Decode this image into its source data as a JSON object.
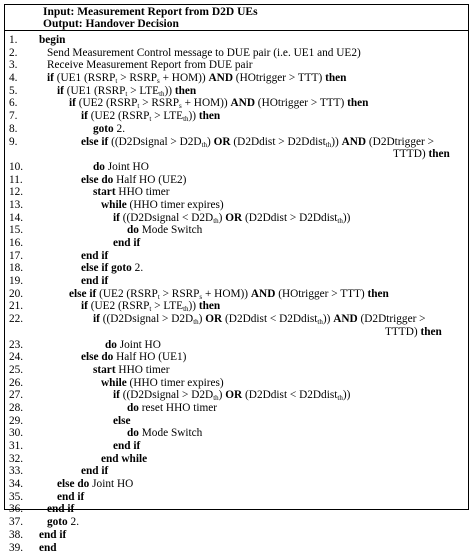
{
  "header": {
    "input": "Input: Measurement Report from D2D UEs",
    "output": "Output: Handover Decision"
  },
  "lines": [
    {
      "n": "1.",
      "indent": 38,
      "html": "<span class='kw'>begin</span>"
    },
    {
      "n": "2.",
      "indent": 46,
      "html": "Send Measurement Control message to DUE pair (i.e. UE1 and UE2)"
    },
    {
      "n": "3.",
      "indent": 46,
      "html": "Receive Measurement Report from DUE pair"
    },
    {
      "n": "4.",
      "indent": 46,
      "html": "<span class='kw'>if</span> (UE1 (RSRP<sub>t</sub> &gt; RSRP<sub>s</sub> + HOM)) <span class='kw'>AND</span> (HOtrigger &gt; TTT) <span class='kw'>then</span>"
    },
    {
      "n": "5.",
      "indent": 56,
      "html": "<span class='kw'>if</span> (UE1 (RSRP<sub>t</sub> &gt; LTE<sub>th</sub>)) <span class='kw'>then</span>"
    },
    {
      "n": "6.",
      "indent": 68,
      "html": "<span class='kw'>if</span> (UE2 (RSRP<sub>t</sub> &gt; RSRP<sub>s</sub> + HOM)) <span class='kw'>AND</span> (HOtrigger &gt; TTT) <span class='kw'>then</span>"
    },
    {
      "n": "7.",
      "indent": 80,
      "html": "<span class='kw'>if</span> (UE2 (RSRP<sub>t</sub> &gt; LTE<sub>th</sub>)) <span class='kw'>then</span>"
    },
    {
      "n": "8.",
      "indent": 92,
      "html": "<span class='kw'>goto</span> 2."
    },
    {
      "n": "9.",
      "indent": 80,
      "html": "<span class='kw'>else if</span> ((D2Dsignal &gt; D2D<sub>th</sub>) <span class='kw'>OR</span> (D2Ddist &gt; D2Ddist<sub>th</sub>)) <span class='kw'>AND</span> (D2Dtrigger &gt;"
    },
    {
      "n": "",
      "indent": 392,
      "html": "TTTD) <span class='kw'>then</span>"
    },
    {
      "n": "10.",
      "indent": 92,
      "html": "<span class='kw'>do</span> Joint HO"
    },
    {
      "n": "11.",
      "indent": 80,
      "html": "<span class='kw'>else do</span> Half HO (UE2)"
    },
    {
      "n": "12.",
      "indent": 92,
      "html": "<span class='kw'>start</span> HHO timer"
    },
    {
      "n": "13.",
      "indent": 100,
      "html": "<span class='kw'>while</span> (HHO timer expires)"
    },
    {
      "n": "14.",
      "indent": 112,
      "html": "<span class='kw'>if</span> ((D2Dsignal &lt; D2D<sub>th</sub>) <span class='kw'>OR</span> (D2Ddist &gt; D2Ddist<sub>th</sub>))"
    },
    {
      "n": "15.",
      "indent": 126,
      "html": "<span class='kw'>do</span> Mode Switch"
    },
    {
      "n": "16.",
      "indent": 112,
      "html": "<span class='kw'>end if</span>"
    },
    {
      "n": "17.",
      "indent": 80,
      "html": "<span class='kw'>end if</span>"
    },
    {
      "n": "18.",
      "indent": 80,
      "html": "<span class='kw'>else if</span> <span class='kw'>goto</span> 2."
    },
    {
      "n": "19.",
      "indent": 80,
      "html": "<span class='kw'>end if</span>"
    },
    {
      "n": "20.",
      "indent": 68,
      "html": "<span class='kw'>else if</span> (UE2 (RSRP<sub>t</sub> &gt; RSRP<sub>s</sub> + HOM)) <span class='kw'>AND</span> (HOtrigger &gt; TTT) <span class='kw'>then</span>"
    },
    {
      "n": "21.",
      "indent": 80,
      "html": "<span class='kw'>if</span> (UE2 (RSRP<sub>t</sub> &gt; LTE<sub>th</sub>)) <span class='kw'>then</span>"
    },
    {
      "n": "22.",
      "indent": 92,
      "html": "<span class='kw'>if</span> ((D2Dsignal &gt; D2D<sub>th</sub>) <span class='kw'>OR</span> (D2Ddist &lt; D2Ddist<sub>th</sub>)) <span class='kw'>AND</span> (D2Dtrigger &gt;"
    },
    {
      "n": "",
      "indent": 384,
      "html": "TTTD) <span class='kw'>then</span>"
    },
    {
      "n": "23.",
      "indent": 104,
      "html": "<span class='kw'>do</span> Joint HO"
    },
    {
      "n": "24.",
      "indent": 80,
      "html": "<span class='kw'>else do</span> Half HO (UE1)"
    },
    {
      "n": "25.",
      "indent": 92,
      "html": "<span class='kw'>start</span> HHO timer"
    },
    {
      "n": "26.",
      "indent": 100,
      "html": "<span class='kw'>while</span> (HHO timer expires)"
    },
    {
      "n": "27.",
      "indent": 112,
      "html": "<span class='kw'>if</span> ((D2Dsignal &gt; D2D<sub>th</sub>) <span class='kw'>OR</span> (D2Ddist &lt; D2Ddist<sub>th</sub>))"
    },
    {
      "n": "28.",
      "indent": 126,
      "html": "<span class='kw'>do</span> reset HHO timer"
    },
    {
      "n": "29.",
      "indent": 112,
      "html": "<span class='kw'>else</span>"
    },
    {
      "n": "30.",
      "indent": 126,
      "html": "<span class='kw'>do</span> Mode Switch"
    },
    {
      "n": "31.",
      "indent": 112,
      "html": "<span class='kw'>end if</span>"
    },
    {
      "n": "32.",
      "indent": 100,
      "html": "<span class='kw'>end while</span>"
    },
    {
      "n": "33.",
      "indent": 80,
      "html": "<span class='kw'>end if</span>"
    },
    {
      "n": "34.",
      "indent": 56,
      "html": "<span class='kw'>else do</span> Joint HO"
    },
    {
      "n": "35.",
      "indent": 56,
      "html": "<span class='kw'>end if</span>"
    },
    {
      "n": "36.",
      "indent": 46,
      "html": "<span class='kw'>end if</span>"
    },
    {
      "n": "37.",
      "indent": 46,
      "html": "<span class='kw'>goto</span> 2."
    },
    {
      "n": "38.",
      "indent": 38,
      "html": "<span class='kw'>end if</span>"
    },
    {
      "n": "39.",
      "indent": 38,
      "html": "<span class='kw'>end</span>"
    }
  ]
}
